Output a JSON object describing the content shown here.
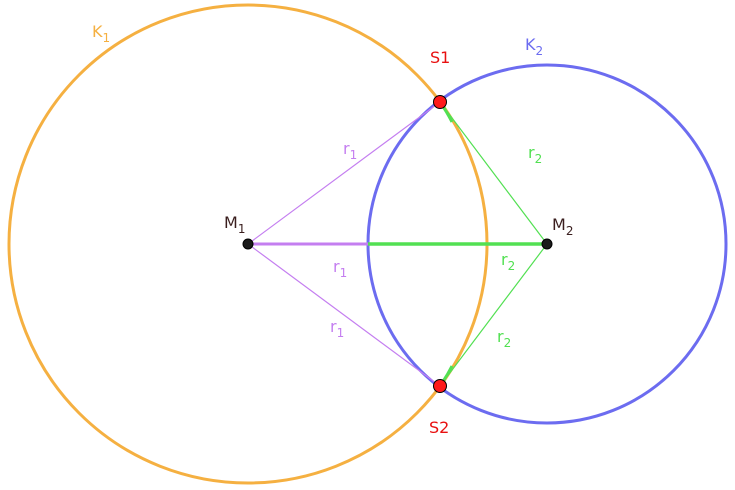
{
  "colors": {
    "circle_k1": "#f5b041",
    "circle_k2": "#6c6cf0",
    "radius_r1": "#c47ef0",
    "radius_r2": "#52e052",
    "intersection_point": "#ff1a1a",
    "center_point": "#1a1a1a",
    "label_center": "#3a1e1e",
    "label_intersection": "#e81010"
  },
  "circles": {
    "k1": {
      "name": "K",
      "sub": "1"
    },
    "k2": {
      "name": "K",
      "sub": "2"
    }
  },
  "points": {
    "m1": {
      "name": "M",
      "sub": "1"
    },
    "m2": {
      "name": "M",
      "sub": "2"
    },
    "s1": {
      "name": "S1"
    },
    "s2": {
      "name": "S2"
    }
  },
  "segments": {
    "r1_upper": {
      "name": "r",
      "sub": "1"
    },
    "r1_middle": {
      "name": "r",
      "sub": "1"
    },
    "r1_lower": {
      "name": "r",
      "sub": "1"
    },
    "r2_upper": {
      "name": "r",
      "sub": "2"
    },
    "r2_middle": {
      "name": "r",
      "sub": "2"
    },
    "r2_lower": {
      "name": "r",
      "sub": "2"
    }
  }
}
